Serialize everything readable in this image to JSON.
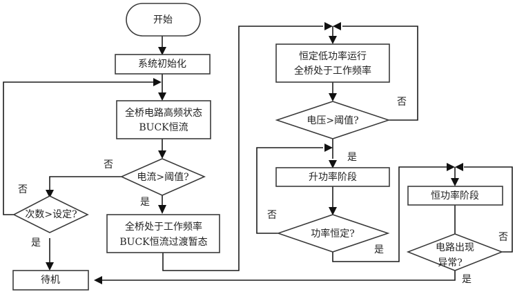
{
  "nodes": {
    "start": "开始",
    "init": "系统初始化",
    "hf_line1": "全桥电路高频状态",
    "hf_line2": "BUCK恒流",
    "current_check": "电流>阈值?",
    "count_check": "次数>设定?",
    "transient_line1": "全桥处于工作频率",
    "transient_line2": "BUCK恒流过渡暂态",
    "standby": "待机",
    "lowpower_line1": "恒定低功率运行",
    "lowpower_line2": "全桥处于工作频率",
    "voltage_check": "电压>阈值?",
    "ramp_up": "升功率阶段",
    "power_check": "功率恒定?",
    "const_power": "恒功率阶段",
    "fault_line1": "电路出现",
    "fault_line2": "异常?"
  },
  "edge_labels": {
    "current_no": "否",
    "current_yes": "是",
    "count_no": "否",
    "count_yes": "是",
    "voltage_no": "否",
    "voltage_yes": "是",
    "power_no": "否",
    "power_yes": "是",
    "fault_no": "否",
    "fault_yes": "是"
  }
}
